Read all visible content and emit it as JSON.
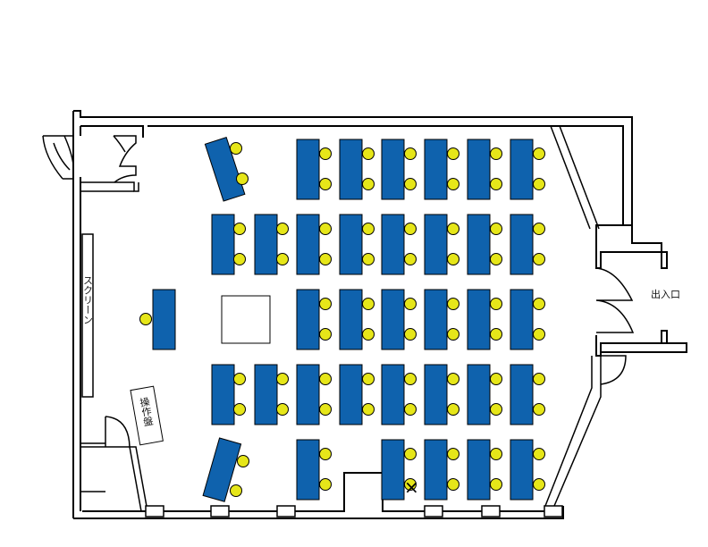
{
  "labels": {
    "screen": "スクリーン",
    "control_panel": "操作盤",
    "entrance": "出入口",
    "x_mark": "×"
  },
  "colors": {
    "desk": "#0f62ad",
    "chair": "#e6e619",
    "wall": "#000000",
    "background": "#ffffff"
  },
  "room": {
    "desk_rows": 5,
    "desk_columns": 6,
    "seats_per_desk": 2
  }
}
